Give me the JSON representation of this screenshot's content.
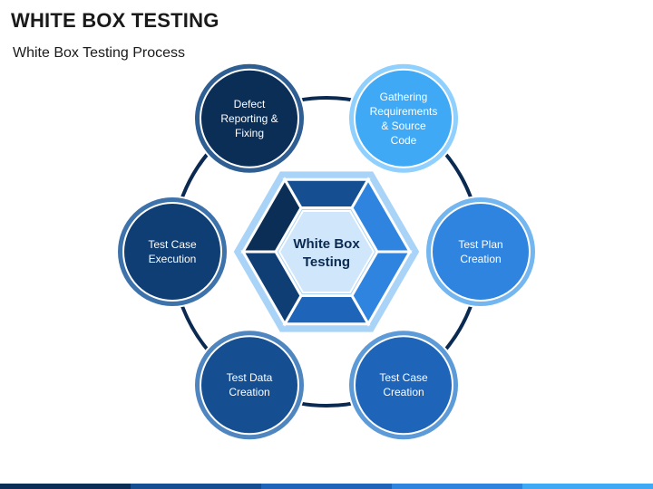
{
  "header": {
    "title": "WHITE BOX TESTING",
    "subtitle": "White Box Testing Process"
  },
  "center": {
    "line1": "White Box",
    "line2": "Testing"
  },
  "steps": [
    {
      "lines": [
        "Gathering",
        "Requirements",
        "& Source",
        "Code"
      ],
      "color": "#3fa9f5",
      "ring": "#8fd0ff"
    },
    {
      "lines": [
        "Test Plan",
        "Creation"
      ],
      "color": "#2f84e0",
      "ring": "#74b6f0"
    },
    {
      "lines": [
        "Test Case",
        "Creation"
      ],
      "color": "#1e64b8",
      "ring": "#5c9ad8"
    },
    {
      "lines": [
        "Test Data",
        "Creation"
      ],
      "color": "#154f92",
      "ring": "#4f86c0"
    },
    {
      "lines": [
        "Test Case",
        "Execution"
      ],
      "color": "#0f3e74",
      "ring": "#3e72aa"
    },
    {
      "lines": [
        "Defect",
        "Reporting &",
        "Fixing"
      ],
      "color": "#0b2e57",
      "ring": "#2e5e92"
    }
  ],
  "colors": {
    "connector": "#0b2a52",
    "hex_outer": "#a9d4f7",
    "hex_inner": "#cfe6fb",
    "segments": [
      "#2f84e0",
      "#1e64b8",
      "#0f3e74",
      "#0b2e57",
      "#154f92",
      "#2f84e0"
    ],
    "bottom_bar": [
      "#0b2e57",
      "#154f92",
      "#1e64b8",
      "#2f84e0",
      "#3fa9f5"
    ]
  }
}
